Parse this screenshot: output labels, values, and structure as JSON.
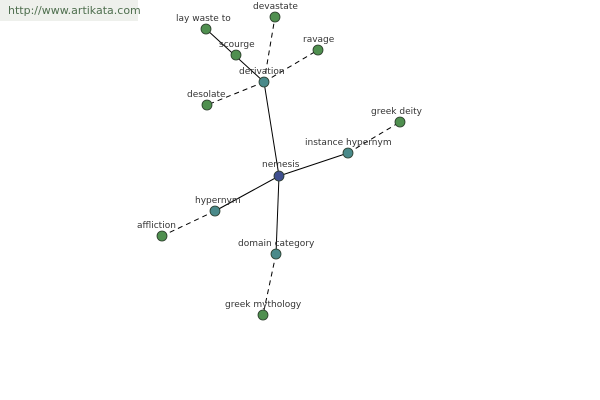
{
  "header": {
    "url": "http://www.artikata.com"
  },
  "colors": {
    "center": "#3f4f8f",
    "relation": "#4a8a8a",
    "leaf": "#4f8f4f"
  },
  "graph": {
    "nodes": [
      {
        "id": "nemesis",
        "label": "nemesis",
        "kind": "center"
      },
      {
        "id": "derivation",
        "label": "derivation",
        "kind": "relation"
      },
      {
        "id": "instance_hypernym",
        "label": "instance hypernym",
        "kind": "relation"
      },
      {
        "id": "hypernym",
        "label": "hypernym",
        "kind": "relation"
      },
      {
        "id": "domain_category",
        "label": "domain category",
        "kind": "relation"
      },
      {
        "id": "lay_waste_to",
        "label": "lay waste to",
        "kind": "leaf"
      },
      {
        "id": "devastate",
        "label": "devastate",
        "kind": "leaf"
      },
      {
        "id": "scourge",
        "label": "scourge",
        "kind": "leaf"
      },
      {
        "id": "ravage",
        "label": "ravage",
        "kind": "leaf"
      },
      {
        "id": "desolate",
        "label": "desolate",
        "kind": "leaf"
      },
      {
        "id": "greek_deity",
        "label": "greek deity",
        "kind": "leaf"
      },
      {
        "id": "affliction",
        "label": "affliction",
        "kind": "leaf"
      },
      {
        "id": "greek_mythology",
        "label": "greek mythology",
        "kind": "leaf"
      }
    ],
    "edges": [
      {
        "from": "nemesis",
        "to": "derivation",
        "style": "solid"
      },
      {
        "from": "nemesis",
        "to": "instance_hypernym",
        "style": "solid"
      },
      {
        "from": "nemesis",
        "to": "hypernym",
        "style": "solid"
      },
      {
        "from": "nemesis",
        "to": "domain_category",
        "style": "solid"
      },
      {
        "from": "derivation",
        "to": "lay_waste_to",
        "style": "solid"
      },
      {
        "from": "derivation",
        "to": "devastate",
        "style": "dashed"
      },
      {
        "from": "derivation",
        "to": "ravage",
        "style": "dashed"
      },
      {
        "from": "derivation",
        "to": "desolate",
        "style": "dashed"
      },
      {
        "from": "instance_hypernym",
        "to": "greek_deity",
        "style": "dashed"
      },
      {
        "from": "hypernym",
        "to": "affliction",
        "style": "dashed"
      },
      {
        "from": "domain_category",
        "to": "greek_mythology",
        "style": "dashed"
      }
    ]
  }
}
